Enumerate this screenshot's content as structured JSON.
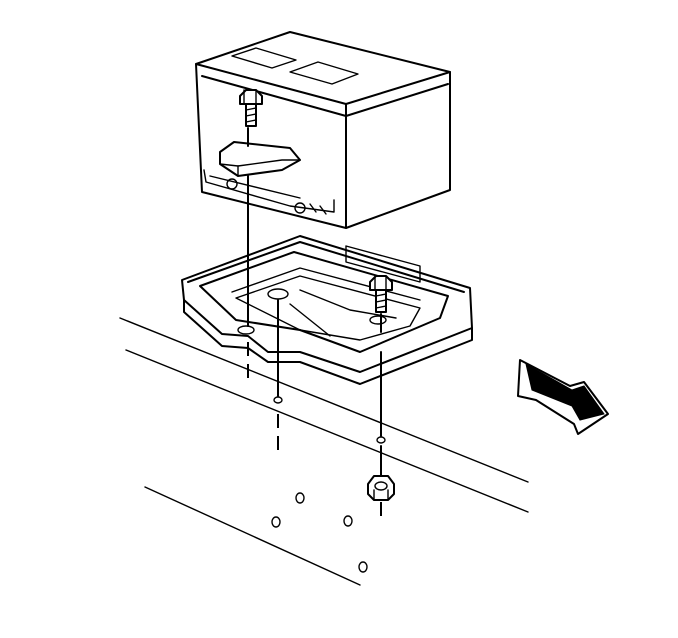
{
  "diagram": {
    "subject": "battery-tray-installation",
    "parts": [
      "battery",
      "hold-down-clamp",
      "clamp-bolt",
      "battery-tray",
      "tray-bolt",
      "tray-nut",
      "frame-rail"
    ],
    "direction_arrow": "front-of-vehicle-arrow"
  },
  "colors": {
    "line": "#000000",
    "background": "#ffffff"
  }
}
